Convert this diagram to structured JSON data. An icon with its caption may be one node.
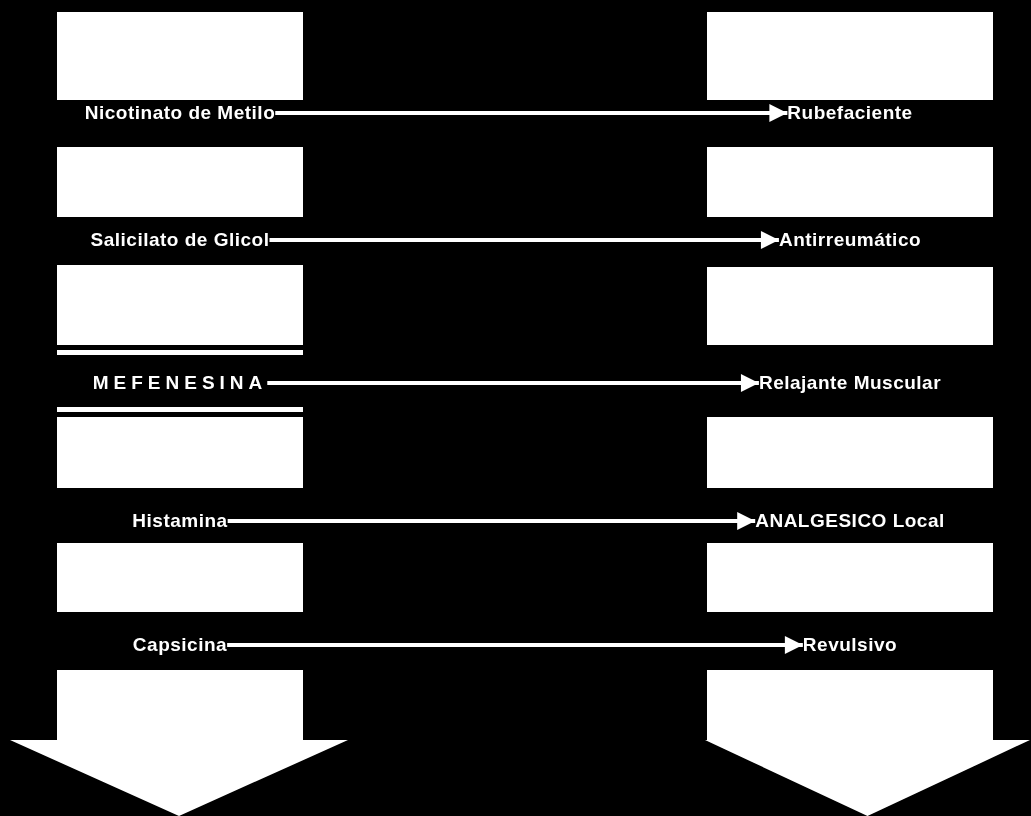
{
  "diagram": {
    "nodes": [
      {
        "text": [
          "Nicotinato de Metilo"
        ]
      },
      {
        "text": [
          "Rubefaciente"
        ]
      },
      {
        "text": [
          "Salicilato de Glicol"
        ]
      },
      {
        "text": [
          "Antirreumático"
        ]
      },
      {
        "text": [
          "MEFENESINA"
        ]
      },
      {
        "text": [
          "Relajante Muscular"
        ]
      },
      {
        "text": [
          "Histamina"
        ]
      },
      {
        "text": [
          "ANALGESICO Local"
        ]
      },
      {
        "text": [
          "Capsicina"
        ]
      },
      {
        "text": [
          "Revulsivo"
        ]
      }
    ],
    "edges": [
      {
        "from": 0,
        "to": 1,
        "arrow": "to"
      },
      {
        "from": 2,
        "to": 3,
        "arrow": "to"
      },
      {
        "from": 4,
        "to": 5,
        "arrow": "to"
      },
      {
        "from": 6,
        "to": 7,
        "arrow": "to"
      },
      {
        "from": 8,
        "to": 9,
        "arrow": "to"
      }
    ]
  }
}
